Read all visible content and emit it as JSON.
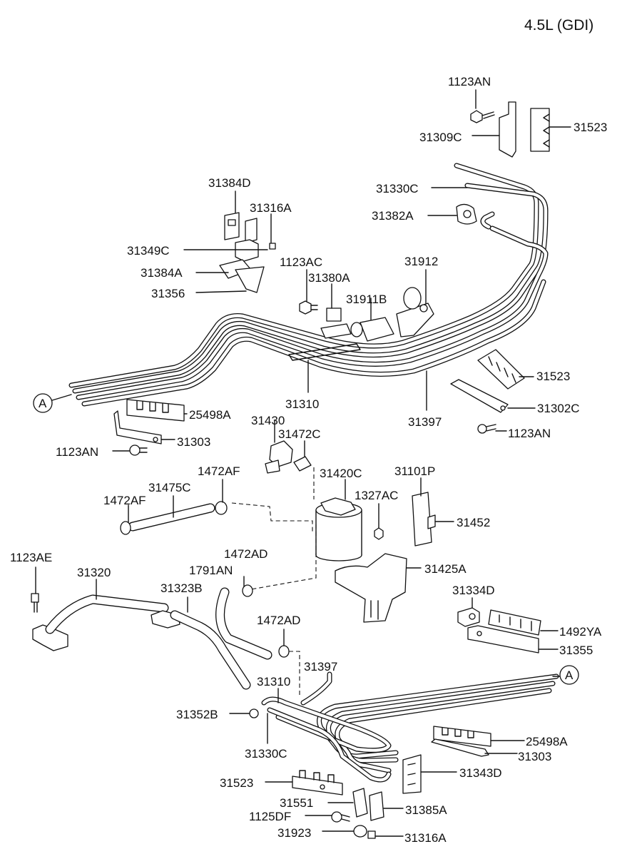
{
  "title": "4.5L (GDI)",
  "ref_markers": [
    "A",
    "A"
  ],
  "labels": {
    "p1123AN_top": "1123AN",
    "p31309C": "31309C",
    "p31523_top": "31523",
    "p31330C_top": "31330C",
    "p31384D": "31384D",
    "p31316A_top": "31316A",
    "p31382A": "31382A",
    "p31349C": "31349C",
    "p1123AC": "1123AC",
    "p31912": "31912",
    "p31380A": "31380A",
    "p31384A": "31384A",
    "p31356": "31356",
    "p31911B": "31911B",
    "p31523_mid": "31523",
    "p31310_top": "31310",
    "p31397_top": "31397",
    "p31302C": "31302C",
    "p25498A_left": "25498A",
    "p31430": "31430",
    "p31303_left": "31303",
    "p1123AN_mid": "1123AN",
    "p1123AN_left": "1123AN",
    "p31472C": "31472C",
    "p1472AF_right": "1472AF",
    "p31101P": "31101P",
    "p31420C": "31420C",
    "p31475C": "31475C",
    "p1327AC": "1327AC",
    "p1472AF_left": "1472AF",
    "p31452": "31452",
    "p1472AD_top": "1472AD",
    "p1123AE": "1123AE",
    "p31425A": "31425A",
    "p31320": "31320",
    "p1791AN": "1791AN",
    "p31323B": "31323B",
    "p31334D": "31334D",
    "p1472AD_mid": "1472AD",
    "p1492YA": "1492YA",
    "p31355": "31355",
    "p31310_bot": "31310",
    "p31397_bot": "31397",
    "p31352B": "31352B",
    "p25498A_right": "25498A",
    "p31330C_bot": "31330C",
    "p31303_right": "31303",
    "p31343D": "31343D",
    "p31523_bot": "31523",
    "p31551": "31551",
    "p31385A": "31385A",
    "p1125DF": "1125DF",
    "p31923": "31923",
    "p31316A_bot": "31316A"
  }
}
